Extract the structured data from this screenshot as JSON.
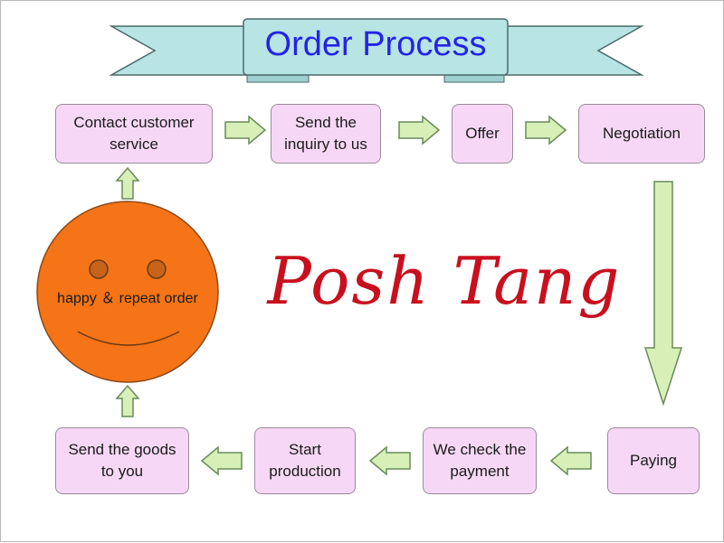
{
  "title": "Order Process",
  "steps": [
    {
      "id": "contact",
      "label": "Contact customer\nservice"
    },
    {
      "id": "inquiry",
      "label": "Send the\ninquiry to us"
    },
    {
      "id": "offer",
      "label": "Offer"
    },
    {
      "id": "negotiation",
      "label": "Negotiation"
    },
    {
      "id": "paying",
      "label": "Paying"
    },
    {
      "id": "check-payment",
      "label": "We check the\npayment"
    },
    {
      "id": "production",
      "label": "Start\nproduction"
    },
    {
      "id": "send-goods",
      "label": "Send the goods\nto you"
    }
  ],
  "smiley": {
    "label": "happy ＆ repeat order",
    "color": "#f57417"
  },
  "watermark": "Posh Tang",
  "colors": {
    "box_fill": "#f6d8f6",
    "arrow_fill": "#d6f0b8",
    "banner_fill": "#b8e4e4",
    "title_color": "#2323e6",
    "watermark_color": "#c8101e"
  },
  "icons": [
    "right-arrow-icon",
    "down-arrow-icon",
    "left-arrow-icon",
    "up-arrow-icon",
    "smiley-face-icon"
  ]
}
